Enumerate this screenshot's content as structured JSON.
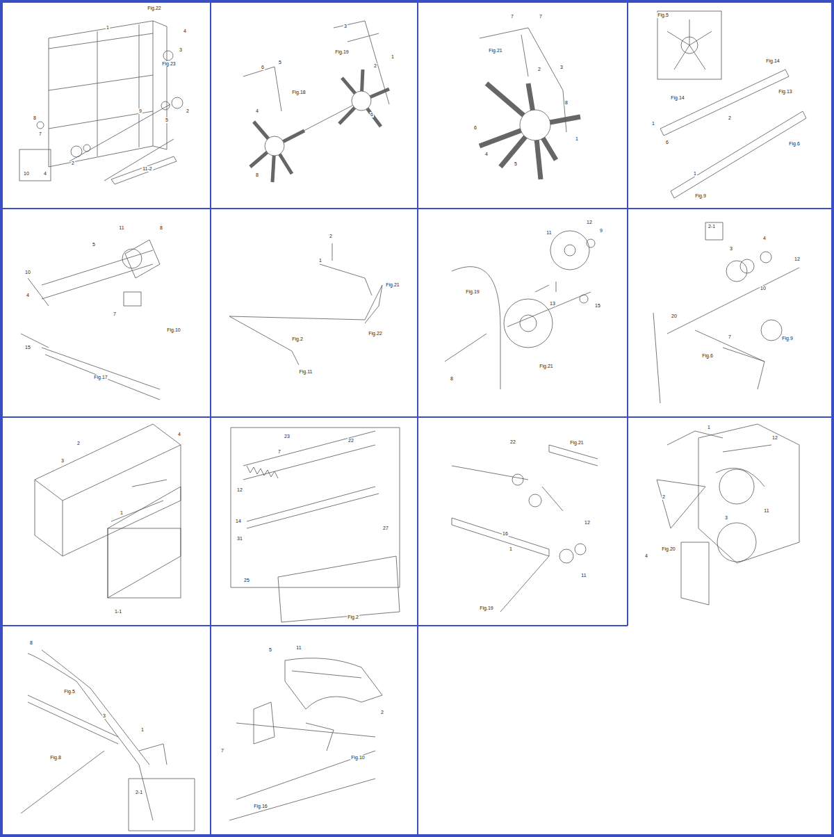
{
  "diagram": {
    "labels": [
      "Fig.22",
      "1",
      "4",
      "3",
      "Fig.23",
      "8",
      "7",
      "2",
      "9",
      "5",
      "2",
      "11-2",
      "10",
      "4",
      "3",
      "Fig.19",
      "6",
      "5",
      "Fig.18",
      "2",
      "1",
      "4",
      "8",
      "6",
      "7",
      "7",
      "Fig.21",
      "2",
      "3",
      "8",
      "6",
      "1",
      "4",
      "5",
      "Fig.5",
      "Fig.14",
      "Fig.14",
      "Fig.13",
      "1",
      "6",
      "2",
      "1",
      "Fig.9",
      "Fig.6",
      "11",
      "8",
      "5",
      "10",
      "4",
      "Fig.10",
      "15",
      "Fig.17",
      "7",
      "2",
      "1",
      "Fig.21",
      "Fig.22",
      "Fig.2",
      "Fig.11",
      "12",
      "9",
      "11",
      "Fig.19",
      "Fig.21",
      "13",
      "15",
      "8",
      "2-1",
      "3",
      "4",
      "12",
      "10",
      "Fig.9",
      "Fig.6",
      "7",
      "20",
      "2",
      "3",
      "4",
      "1",
      "1-1",
      "7",
      "23",
      "22",
      "12",
      "14",
      "31",
      "25",
      "Fig.2",
      "27",
      "22",
      "Fig.21",
      "16",
      "1",
      "Fig.19",
      "12",
      "11",
      "1",
      "2",
      "Fig.20",
      "4",
      "12",
      "11",
      "3",
      "8",
      "Fig.5",
      "Fig.8",
      "1",
      "2-1",
      "3",
      "11",
      "5",
      "Fig.16",
      "Fig.10",
      "2",
      "7"
    ]
  }
}
